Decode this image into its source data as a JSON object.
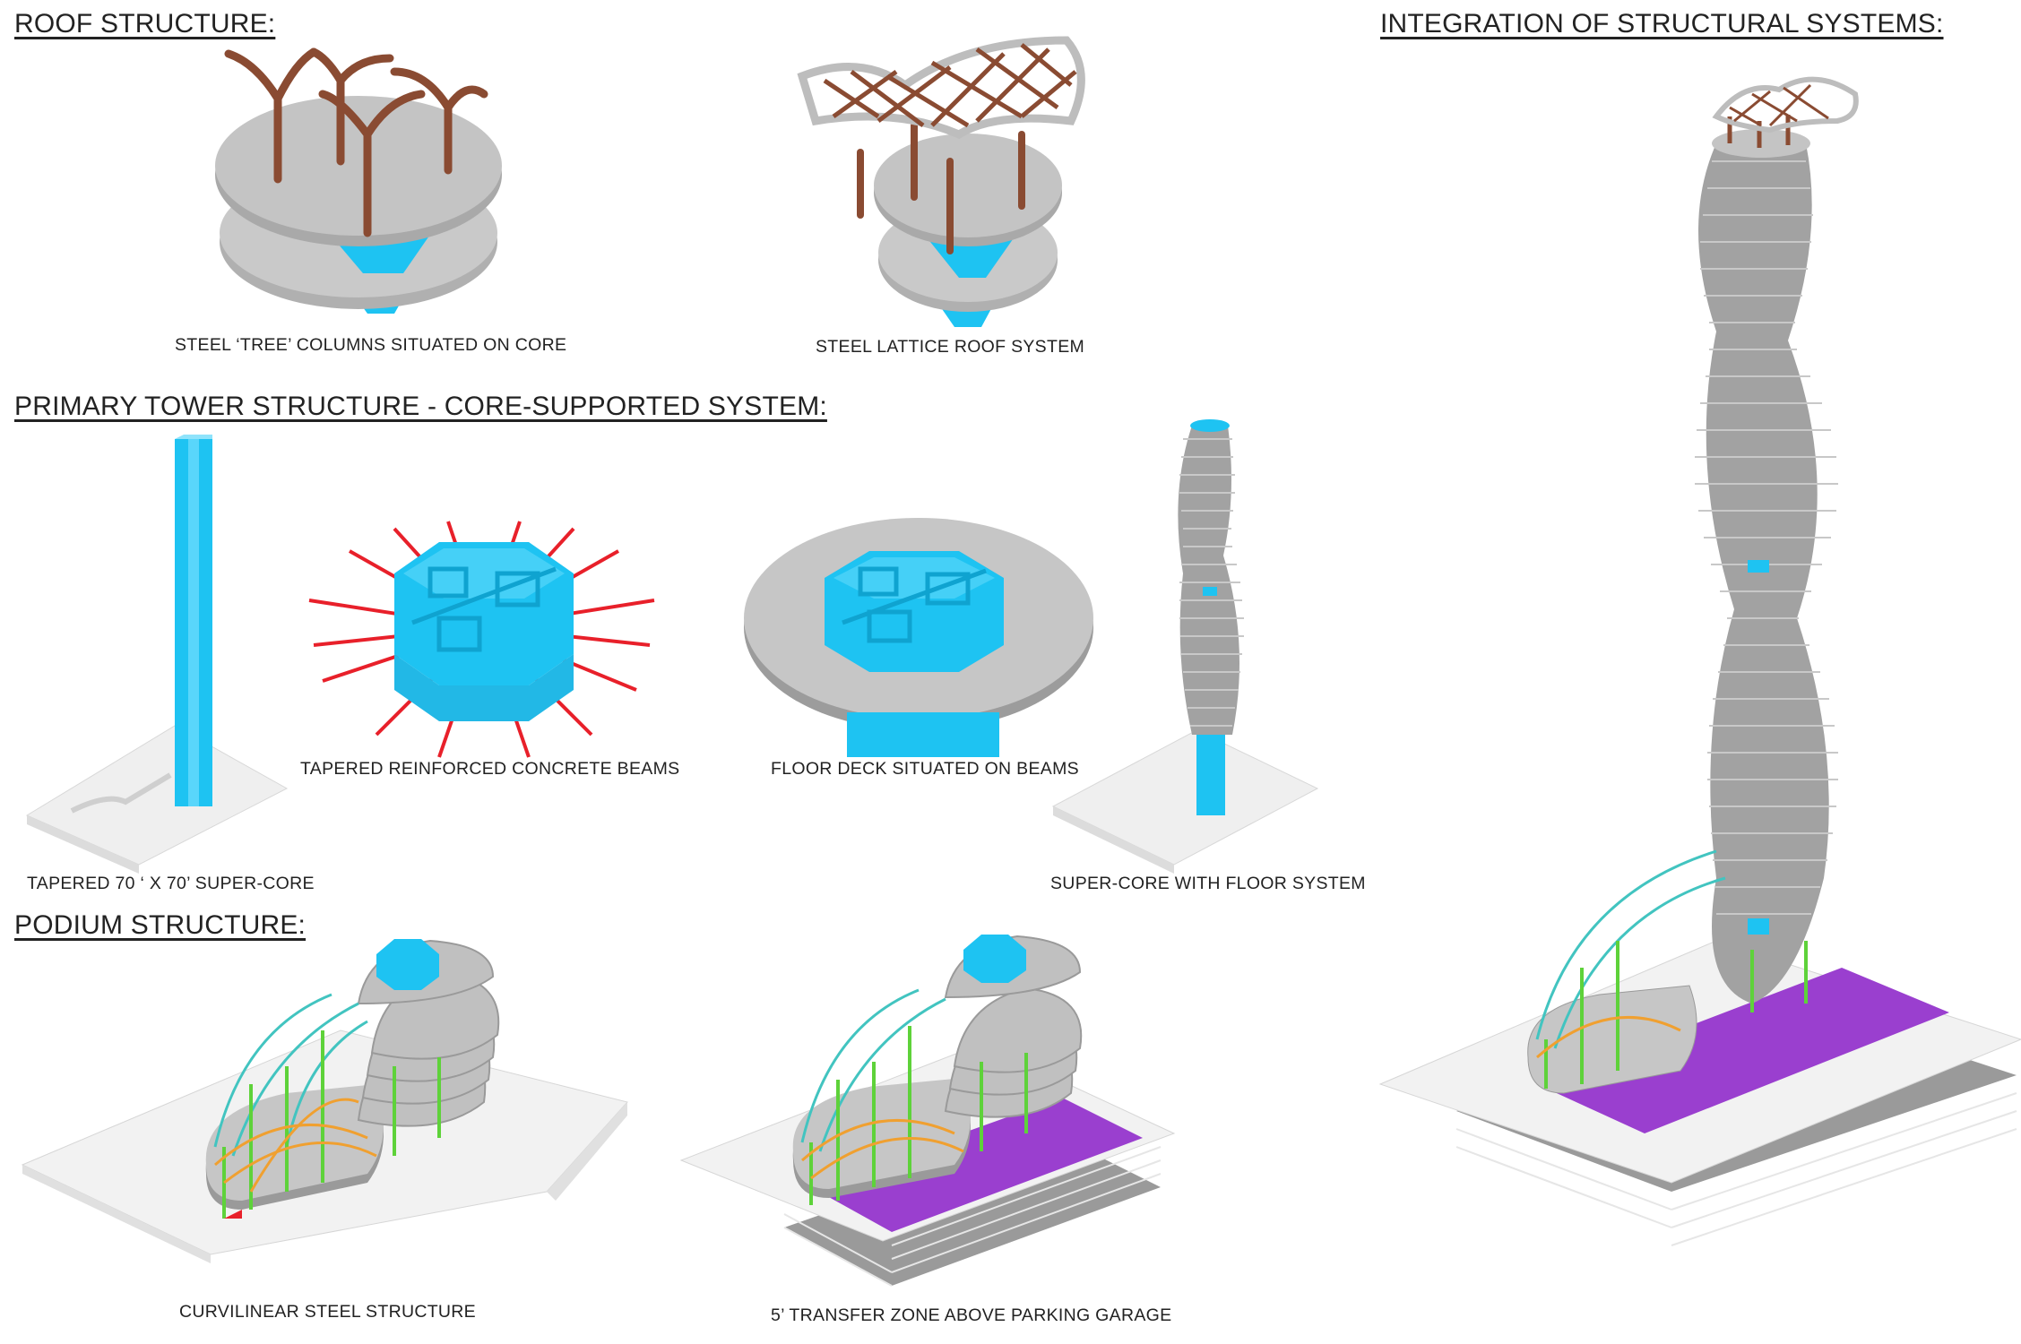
{
  "headings": {
    "roof": "ROOF STRUCTURE:",
    "primary": "PRIMARY TOWER STRUCTURE - CORE-SUPPORTED SYSTEM:",
    "podium": "PODIUM STRUCTURE:",
    "integration": "INTEGRATION OF STRUCTURAL SYSTEMS:"
  },
  "captions": {
    "tree_columns": "STEEL ‘TREE’ COLUMNS SITUATED ON CORE",
    "lattice_roof": "STEEL LATTICE ROOF SYSTEM",
    "super_core": "TAPERED 70 ‘ X 70’ SUPER-CORE",
    "concrete_beams": "TAPERED REINFORCED CONCRETE BEAMS",
    "floor_deck": "FLOOR DECK SITUATED ON BEAMS",
    "core_floor_system": "SUPER-CORE WITH FLOOR SYSTEM",
    "curvilinear_steel": "CURVILINEAR STEEL STRUCTURE",
    "transfer_zone": "5’ TRANSFER ZONE ABOVE PARKING GARAGE"
  },
  "colors": {
    "core": "#1ec3f2",
    "slab": "#b9b9b9",
    "slab_light": "#d2d2d2",
    "tree_steel": "#8a4b32",
    "beam": "#e8202a",
    "steel_teal": "#42c4c0",
    "steel_green": "#5ed23a",
    "steel_orange": "#f0a030",
    "transfer": "#9a3fcf",
    "base": "#f2f2f2"
  }
}
